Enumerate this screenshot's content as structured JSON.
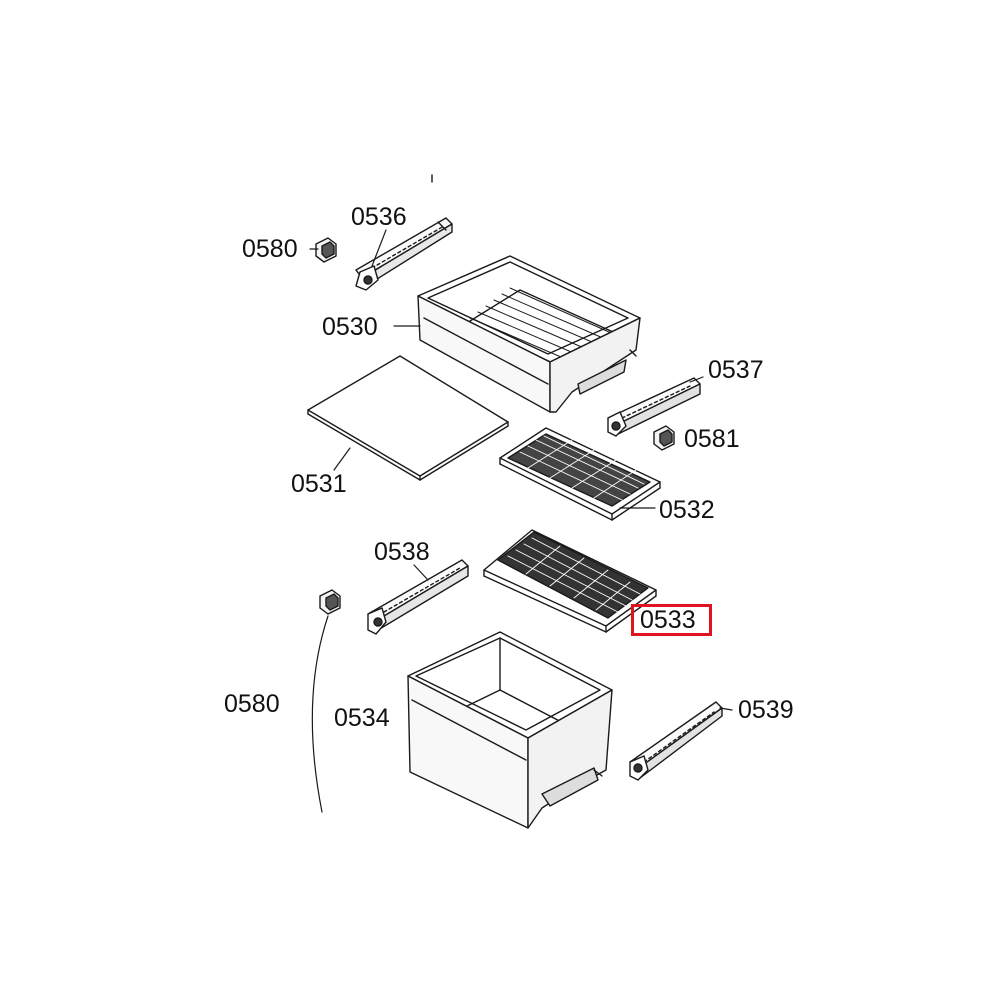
{
  "diagram": {
    "type": "exploded-parts-view",
    "callouts": [
      {
        "id": "c0536",
        "label": "0536"
      },
      {
        "id": "c0580a",
        "label": "0580"
      },
      {
        "id": "c0530",
        "label": "0530"
      },
      {
        "id": "c0537",
        "label": "0537"
      },
      {
        "id": "c0581",
        "label": "0581"
      },
      {
        "id": "c0531",
        "label": "0531"
      },
      {
        "id": "c0532",
        "label": "0532"
      },
      {
        "id": "c0538",
        "label": "0538"
      },
      {
        "id": "c0533",
        "label": "0533",
        "highlighted": true
      },
      {
        "id": "c0580b",
        "label": "0580"
      },
      {
        "id": "c0534",
        "label": "0534"
      },
      {
        "id": "c0539",
        "label": "0539"
      }
    ],
    "highlight_color": "#e0141e",
    "line_color": "#1a1a1a"
  }
}
